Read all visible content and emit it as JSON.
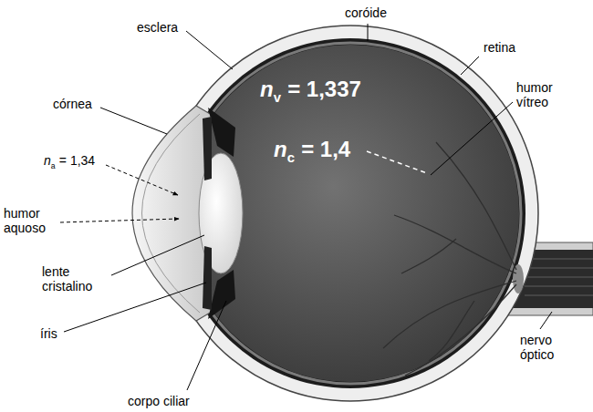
{
  "diagram": {
    "labels": [
      "esclera",
      "coróide",
      "retina",
      "n",
      "v",
      "= 1,337",
      "humor vítreo",
      "córnea",
      "n",
      "c",
      "= 1,4",
      "n",
      "a",
      "= 1,34",
      "humor aquoso",
      "lente cristalino",
      "íris",
      "nervo óptico",
      "corpo ciliar"
    ]
  }
}
